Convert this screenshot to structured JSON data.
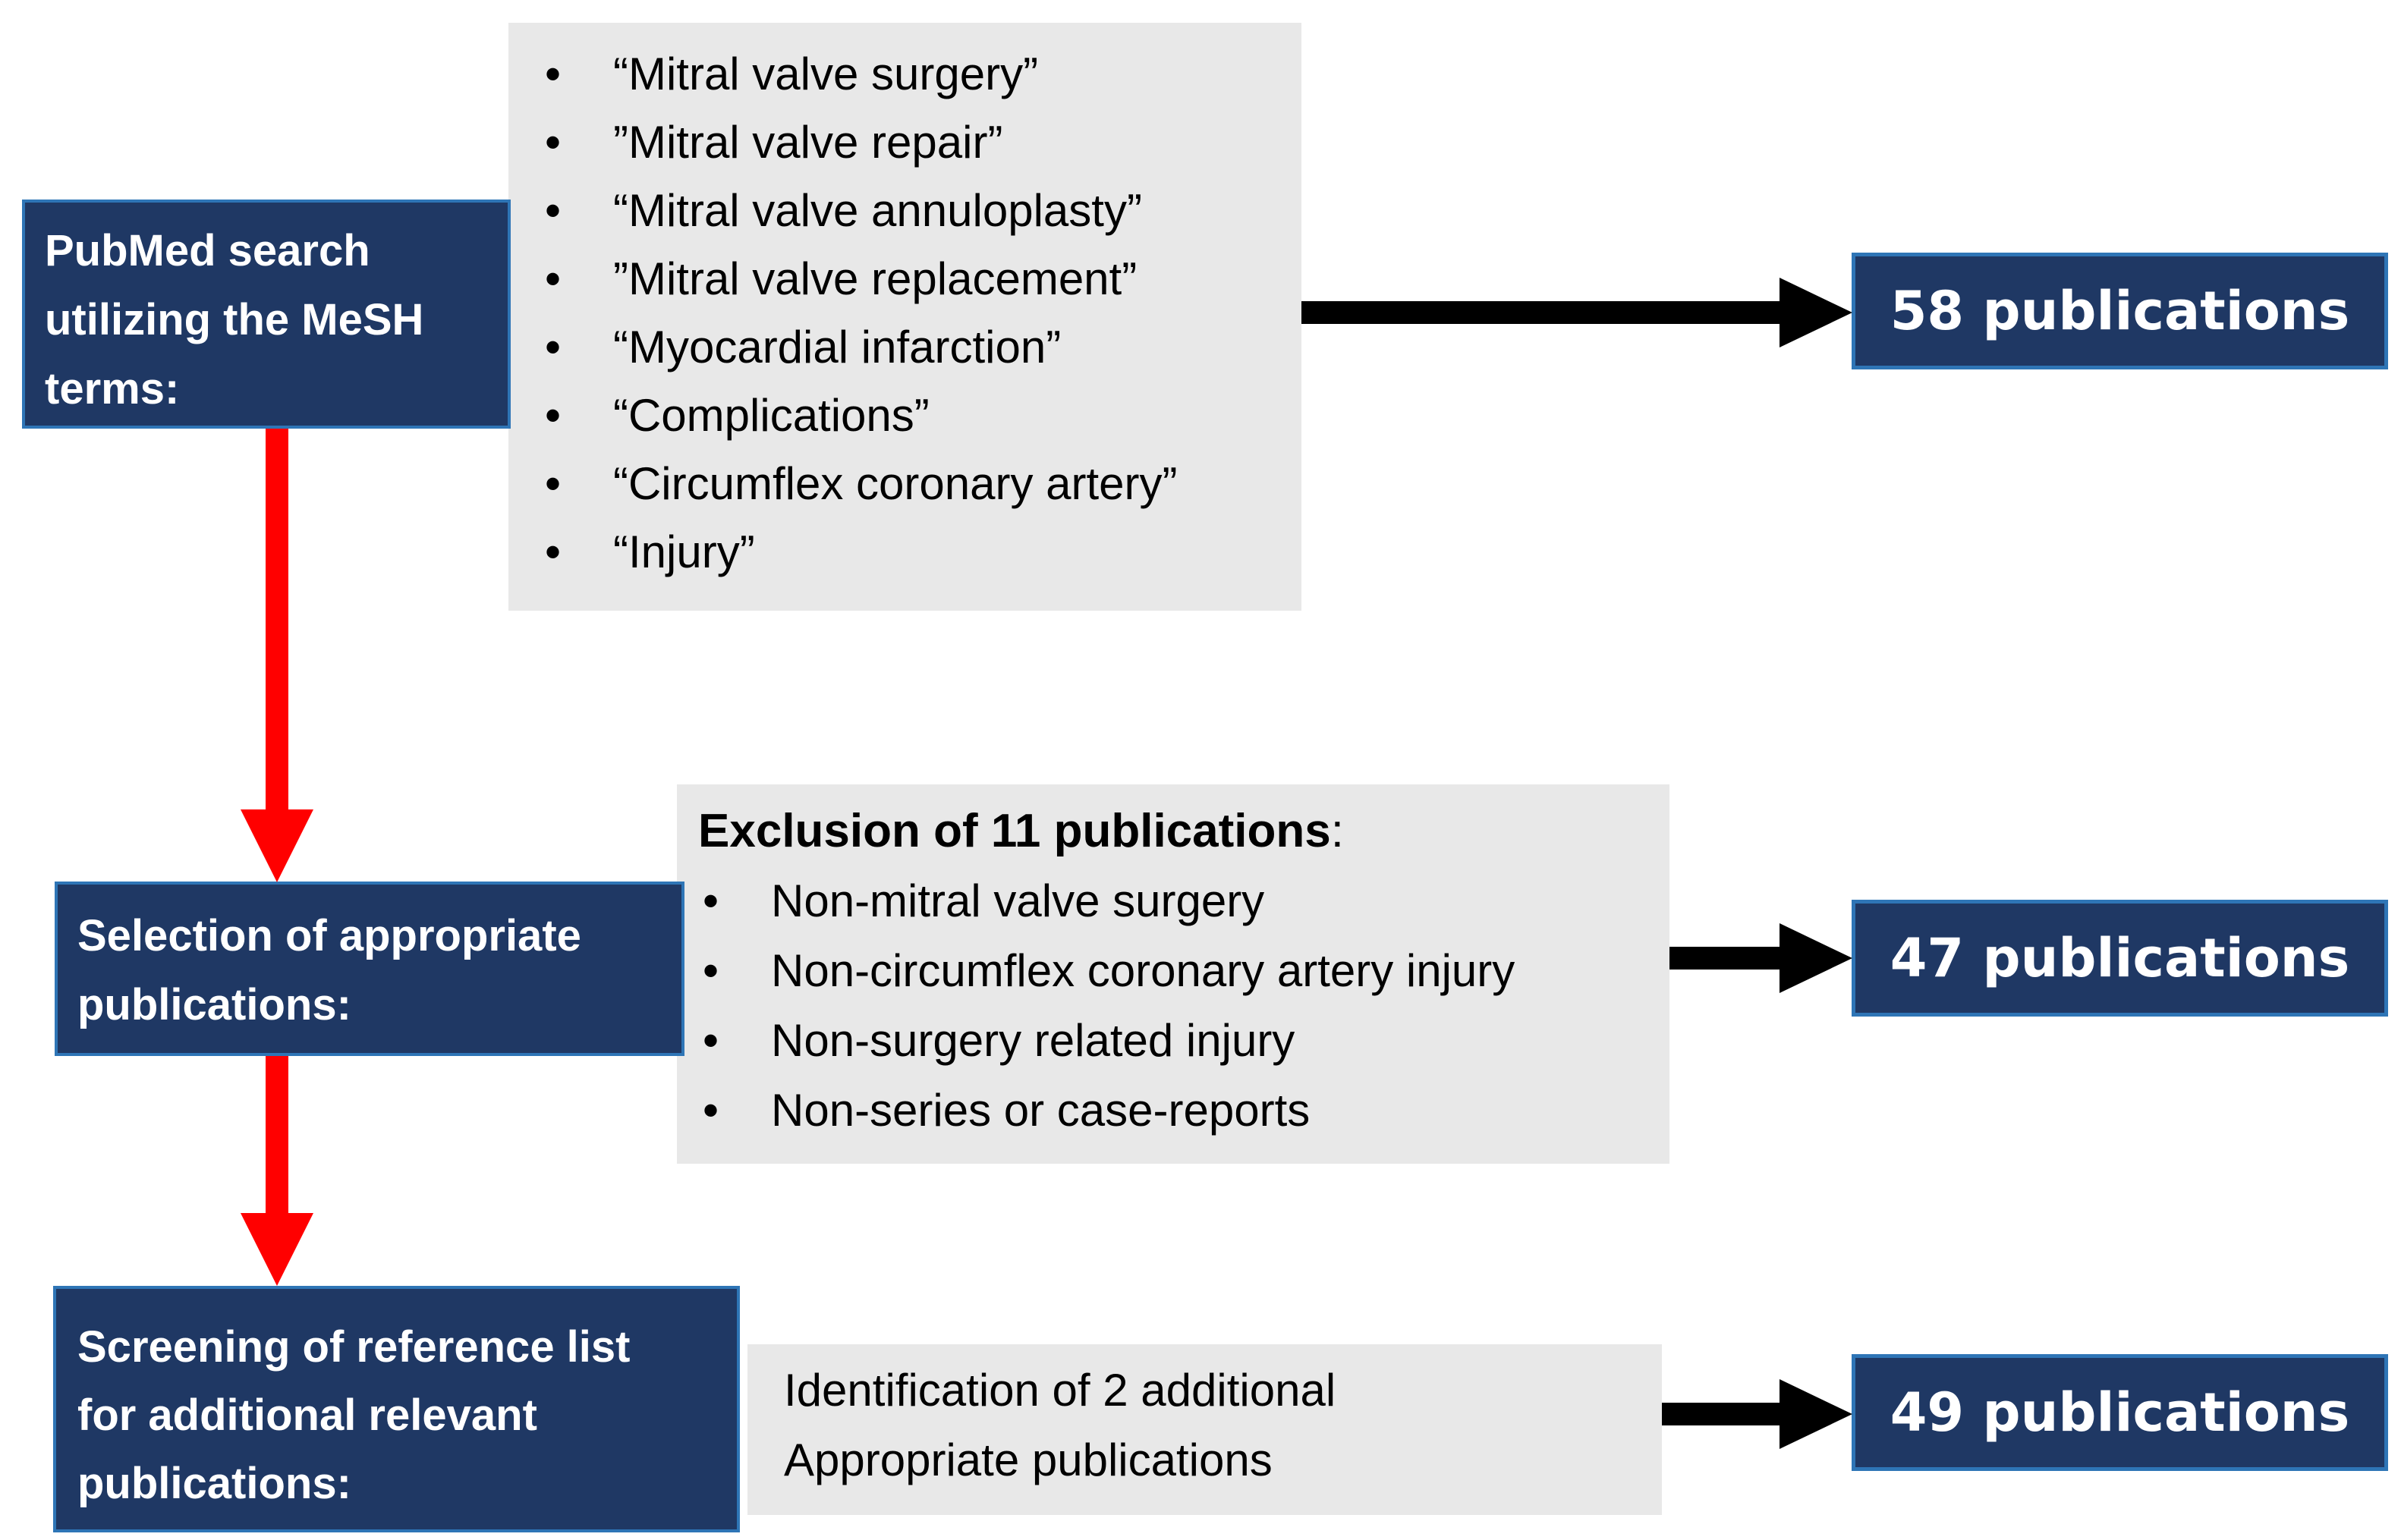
{
  "palette": {
    "navy": "#1F3864",
    "border_blue": "#2E75B6",
    "panel_gray": "#E8E8E8",
    "arrow_red": "#FF0000",
    "arrow_black": "#000000",
    "text_on_navy": "#FFFFFF",
    "text_on_gray": "#000000",
    "background": "#FFFFFF"
  },
  "icons": {
    "bullet": "•",
    "flow_arrow_right": "black-solid-right-arrow",
    "flow_arrow_down": "red-solid-down-arrow"
  },
  "flow": {
    "step1": {
      "label_lines": [
        "PubMed search",
        "utilizing the MeSH",
        "terms:"
      ],
      "terms": [
        "“Mitral valve surgery”",
        "”Mitral valve repair”",
        "“Mitral valve annuloplasty”",
        "”Mitral valve replacement”",
        "“Myocardial infarction”",
        "“Complications”",
        "“Circumflex coronary artery”",
        "“Injury”"
      ],
      "result": "58 publications"
    },
    "step2": {
      "label_lines": [
        "Selection of appropriate",
        "publications:"
      ],
      "exclusion_heading": "Exclusion of 11 publications",
      "exclusion_colon": ":",
      "exclusions": [
        "Non-mitral valve surgery",
        "Non-circumflex coronary artery injury",
        "Non-surgery related injury",
        "Non-series or case-reports"
      ],
      "result": "47 publications"
    },
    "step3": {
      "label_lines": [
        "Screening of reference list",
        "for additional relevant",
        "publications:"
      ],
      "note_lines": [
        "Identification of 2 additional",
        "Appropriate publications"
      ],
      "result": "49 publications"
    }
  }
}
